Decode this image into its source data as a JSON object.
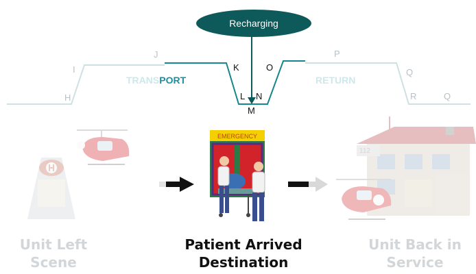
{
  "recharging": {
    "label": "Recharging"
  },
  "points": {
    "h": "H",
    "i": "I",
    "j": "J",
    "k": "K",
    "l": "L",
    "m": "M",
    "n": "N",
    "o": "O",
    "p": "P",
    "q_upper": "Q",
    "r": "R",
    "q_lower": "Q"
  },
  "phases": {
    "transport_faded": "TRANS",
    "transport_bold": "PORT",
    "return": "RETURN"
  },
  "stages": {
    "left": {
      "line1": "Unit Left",
      "line2": "Scene"
    },
    "center": {
      "line1": "Patient Arrived",
      "line2": "Destination"
    },
    "right": {
      "line1": "Unit Back in",
      "line2": "Service"
    }
  },
  "emergency_sign": "EMERGENCY",
  "hospital_sign": "112",
  "colors": {
    "accent": "#0e5a5a",
    "teal_line": "#14868c",
    "faded_line": "#c9dcdf",
    "faded_text": "#c7cdd1",
    "phase_faded": "#cde8ec",
    "phase_bold": "#1b8fa0"
  }
}
